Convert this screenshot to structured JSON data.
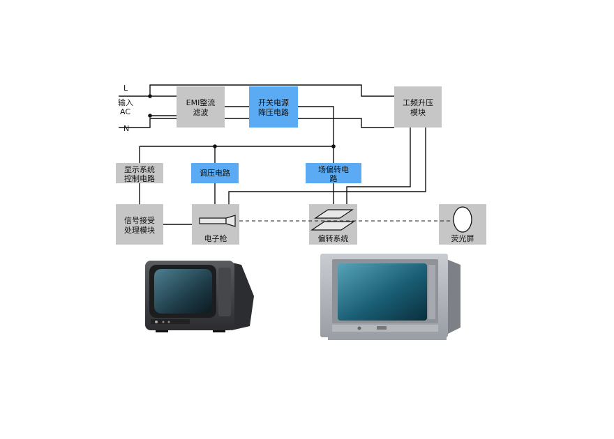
{
  "input_labels": {
    "L": "L",
    "input": "输入",
    "AC": "AC",
    "N": "N"
  },
  "blocks": {
    "emi": {
      "line1": "EMI整流",
      "line2": "滤波"
    },
    "switch_psu": {
      "line1": "开关电源",
      "line2": "降压电路"
    },
    "freq_boost": {
      "line1": "工频升压",
      "line2": "模块"
    },
    "display_ctrl": {
      "line1": "显示系统",
      "line2": "控制电路"
    },
    "voltage_reg": {
      "line1": "调压电路"
    },
    "field_deflect": {
      "line1": "场偏转电",
      "line2": "路"
    },
    "signal_rx": {
      "line1": "信号接受",
      "line2": "处理模块"
    },
    "electron_gun": {
      "line1": "电子枪"
    },
    "deflection_sys": {
      "line1": "偏转系统"
    },
    "screen": {
      "line1": "荧光屏"
    }
  },
  "images": {
    "tv_left": "dark-crt-tv",
    "tv_right": "silver-crt-tv"
  },
  "colors": {
    "gray_block": "#c6c6c6",
    "blue_block": "#5aabf3",
    "wire": "#111111"
  }
}
